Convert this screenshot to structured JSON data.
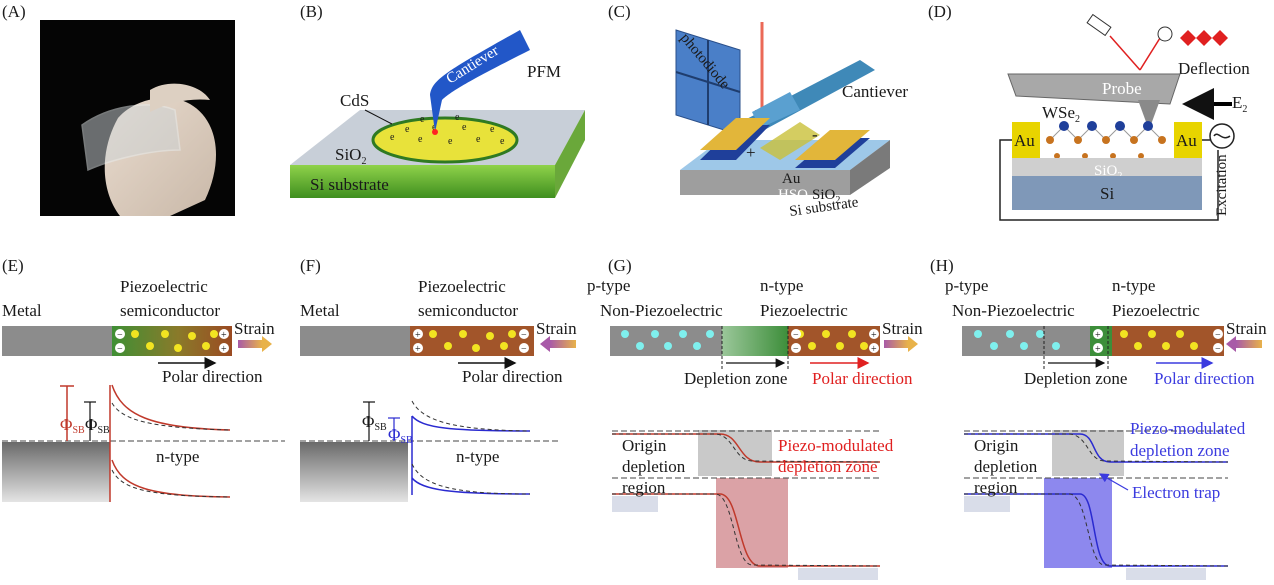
{
  "panels": {
    "A": {
      "label": "(A)"
    },
    "B": {
      "label": "(B)",
      "pfm": "PFM",
      "cantilever": "Cantiever",
      "cds": "CdS",
      "sio2": "SiO",
      "sio2_sub": "2",
      "substrate": "Si substrate"
    },
    "C": {
      "label": "(C)",
      "photodiode": "photodiode",
      "cantilever": "Cantiever",
      "plus": "+",
      "minus": "-",
      "au": "Au",
      "hsq": "HSQ",
      "sio2": "SiO",
      "sio2_sub": "2",
      "substrate": "Si substrate"
    },
    "D": {
      "label": "(D)",
      "deflection": "Deflection",
      "probe": "Probe",
      "wse2": "WSe",
      "wse2_sub": "2",
      "e2": "E",
      "e2_sub": "2",
      "au_left": "Au",
      "au_right": "Au",
      "sio2": "SiO",
      "sio2_sub": "2",
      "si": "Si",
      "excitation": "Excitation"
    },
    "E": {
      "label": "(E)",
      "metal": "Metal",
      "semi_line1": "Piezoelectric",
      "semi_line2": "semiconductor",
      "strain": "Strain",
      "polar": "Polar direction",
      "ntype": "n-type",
      "phi": "Φ",
      "phi_sub": "SB"
    },
    "F": {
      "label": "(F)",
      "metal": "Metal",
      "semi_line1": "Piezoelectric",
      "semi_line2": "semiconductor",
      "strain": "Strain",
      "polar": "Polar direction",
      "ntype": "n-type",
      "phi": "Φ",
      "phi_sub": "SB"
    },
    "G": {
      "label": "(G)",
      "ptype": "p-type",
      "ntype": "n-type",
      "nonpiezo": "Non-Piezoelectric",
      "piezo": "Piezoelectric",
      "strain": "Strain",
      "depletion": "Depletion zone",
      "polar": "Polar direction",
      "origin1": "Origin",
      "origin2": "depletion",
      "origin3": "region",
      "modulated1": "Piezo-modulated",
      "modulated2": "depletion zone"
    },
    "H": {
      "label": "(H)",
      "ptype": "p-type",
      "ntype": "n-type",
      "nonpiezo": "Non-Piezoelectric",
      "piezo": "Piezoelectric",
      "strain": "Strain",
      "depletion": "Depletion zone",
      "polar": "Polar direction",
      "origin1": "Origin",
      "origin2": "depletion",
      "origin3": "region",
      "modulated1": "Piezo-modulated",
      "modulated2": "depletion zone",
      "trap": "Electron trap"
    }
  },
  "colors": {
    "red": "#e02020",
    "blue": "#3b3bdf",
    "gray": "#8c8c8c",
    "green": "#4a9a3a",
    "brown": "#a2552a"
  }
}
